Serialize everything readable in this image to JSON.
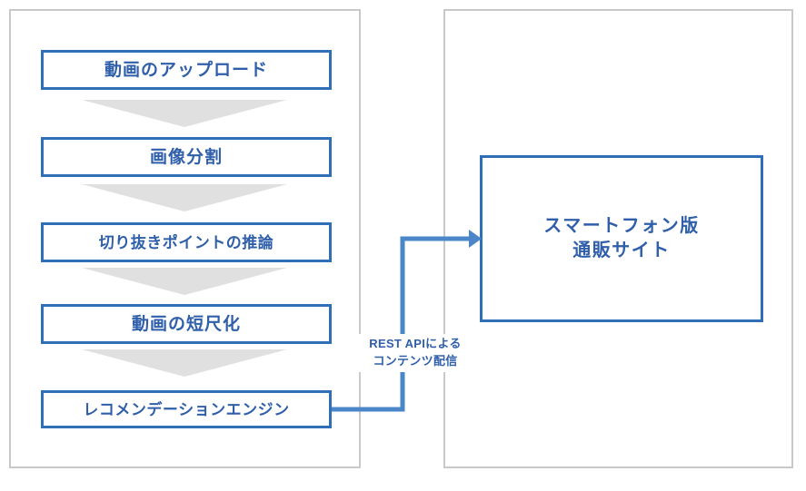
{
  "diagram": {
    "pipeline_panel": {
      "name": "video-processing-pipeline",
      "steps": [
        {
          "label": "動画のアップロード"
        },
        {
          "label": "画像分割"
        },
        {
          "label": "切り抜きポイントの推論"
        },
        {
          "label": "動画の短尺化"
        },
        {
          "label": "レコメンデーションエンジン"
        }
      ],
      "arrow_icon": "chevron-down-icon"
    },
    "service_panel": {
      "name": "storefront-service",
      "box": {
        "line1": "スマートフォン版",
        "line2": "通販サイト"
      }
    },
    "connector": {
      "name": "rest-api-connector",
      "arrow_icon": "arrow-right-icon",
      "caption_line1": "REST APIによる",
      "caption_line2": "コンテンツ配信"
    },
    "colors": {
      "box_border_blue": "#2E6FB7",
      "text_blue": "#2F5FAA",
      "connector_blue": "#4A86C8",
      "chevron_gray": "#E0E0E0",
      "panel_gray": "#C9C9C9",
      "background": "#FFFFFF"
    }
  }
}
